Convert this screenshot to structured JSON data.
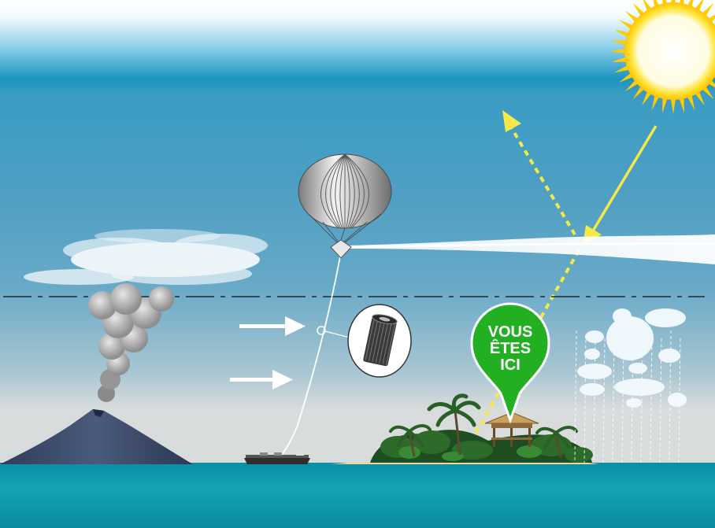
{
  "marker": {
    "line1": "VOUS",
    "line2": "ÊTES",
    "line3": "ICI",
    "color": "#22b022"
  },
  "colors": {
    "sky_top": "#ffffff",
    "sky_band": "#1790bd",
    "sky_mid": "#4a9bc2",
    "horizon": "#d7dde0",
    "sea": "#0e8fa4",
    "sun": "#ffd400",
    "light_ray": "#f5e94a",
    "volcano": "#3b4b6a",
    "sand": "#e8d9a6"
  },
  "icons": [
    "sun-icon",
    "balloon-icon",
    "volcano-icon",
    "ship-icon",
    "island-icon",
    "cloud-icon",
    "rain-icon",
    "wind-arrow-icon",
    "filter-cartridge-icon",
    "location-pin-icon"
  ]
}
